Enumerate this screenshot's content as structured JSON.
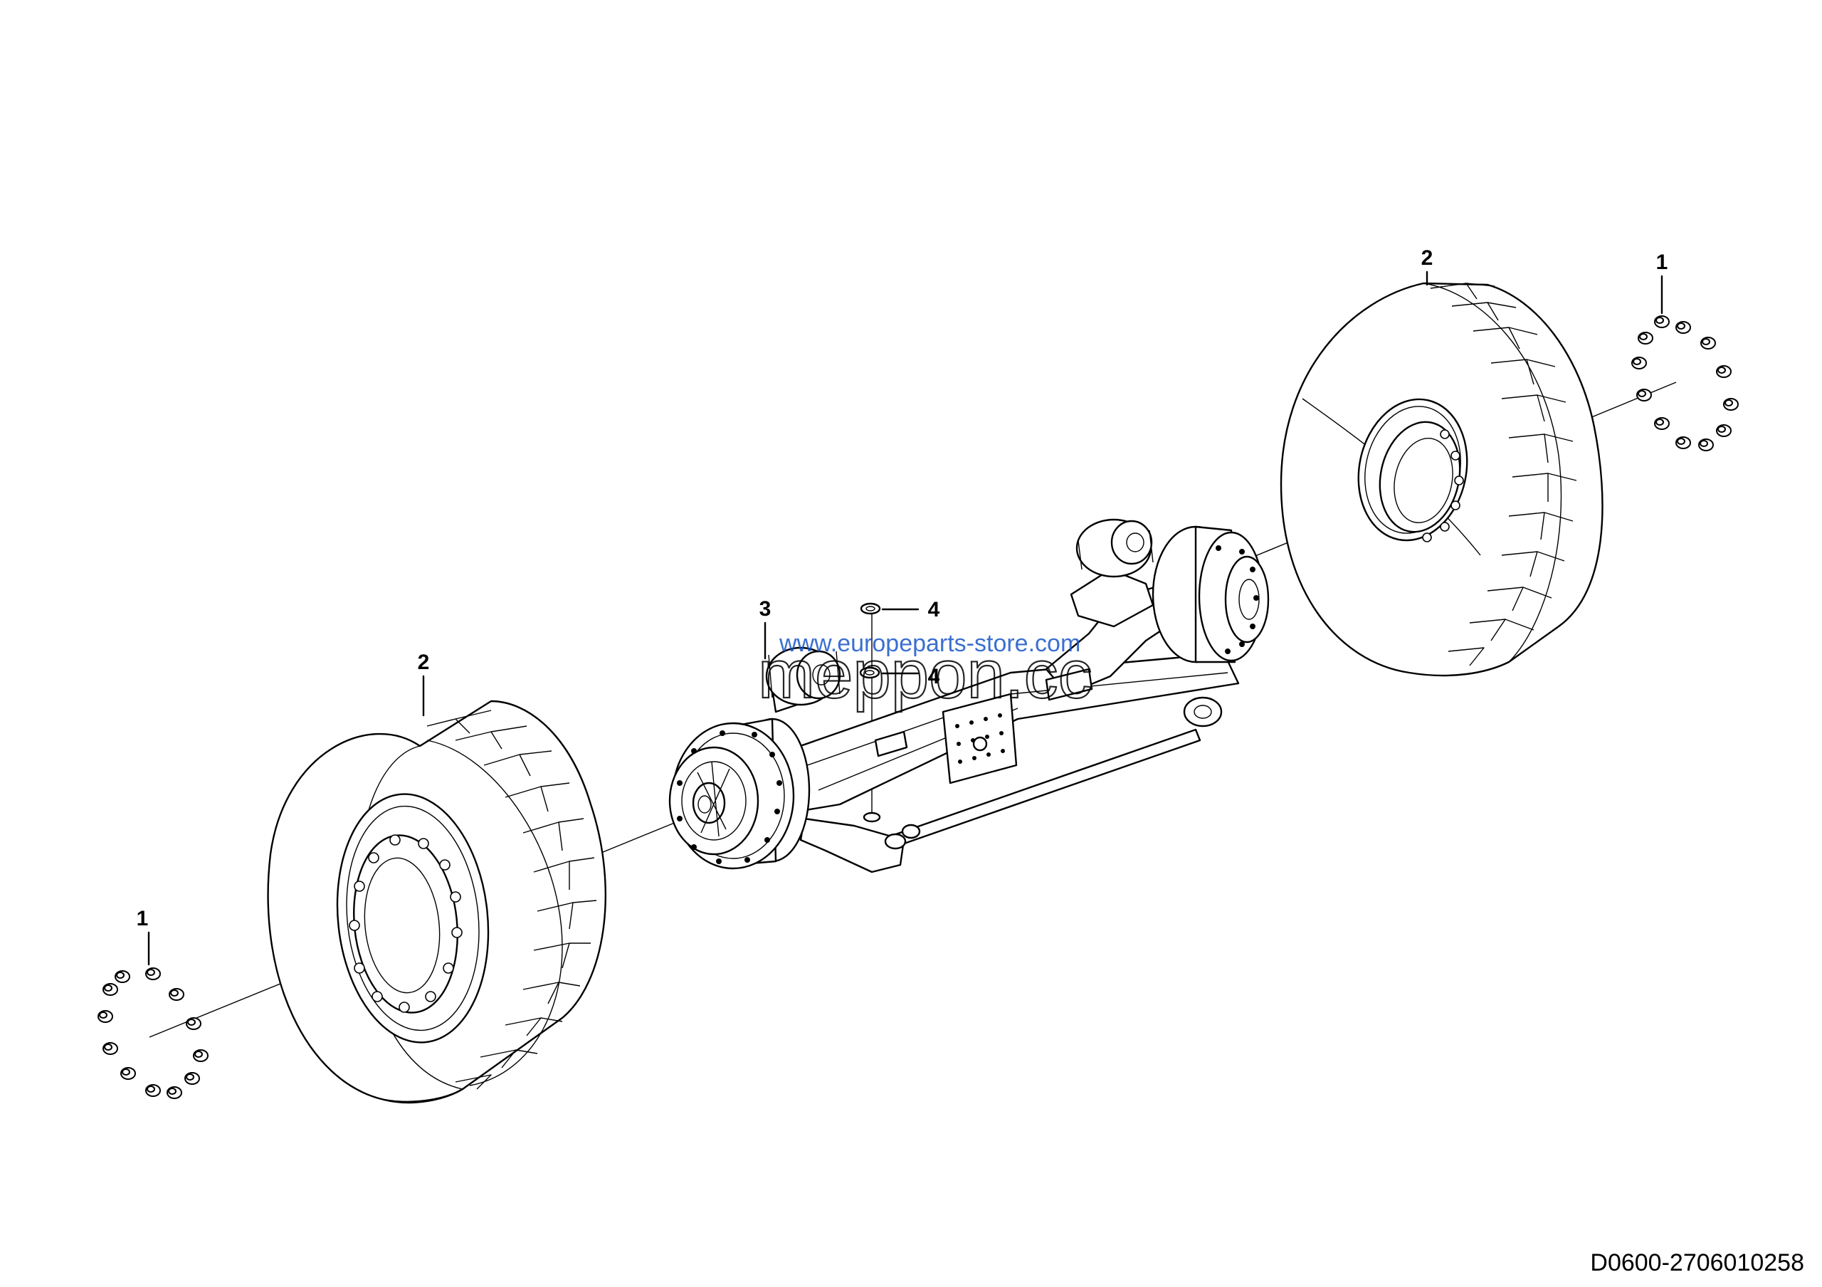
{
  "callouts": {
    "nuts_left": "1",
    "tire_left": "2",
    "mount_left": "3",
    "washer_top": "4",
    "washer_bottom": "4",
    "tire_right": "2",
    "nuts_right": "1"
  },
  "watermark": {
    "brand": "meppon.cc",
    "url": "www.europeparts-store.com",
    "url_color": "#1a56c8"
  },
  "drawing_id": "D0600-2706010258"
}
